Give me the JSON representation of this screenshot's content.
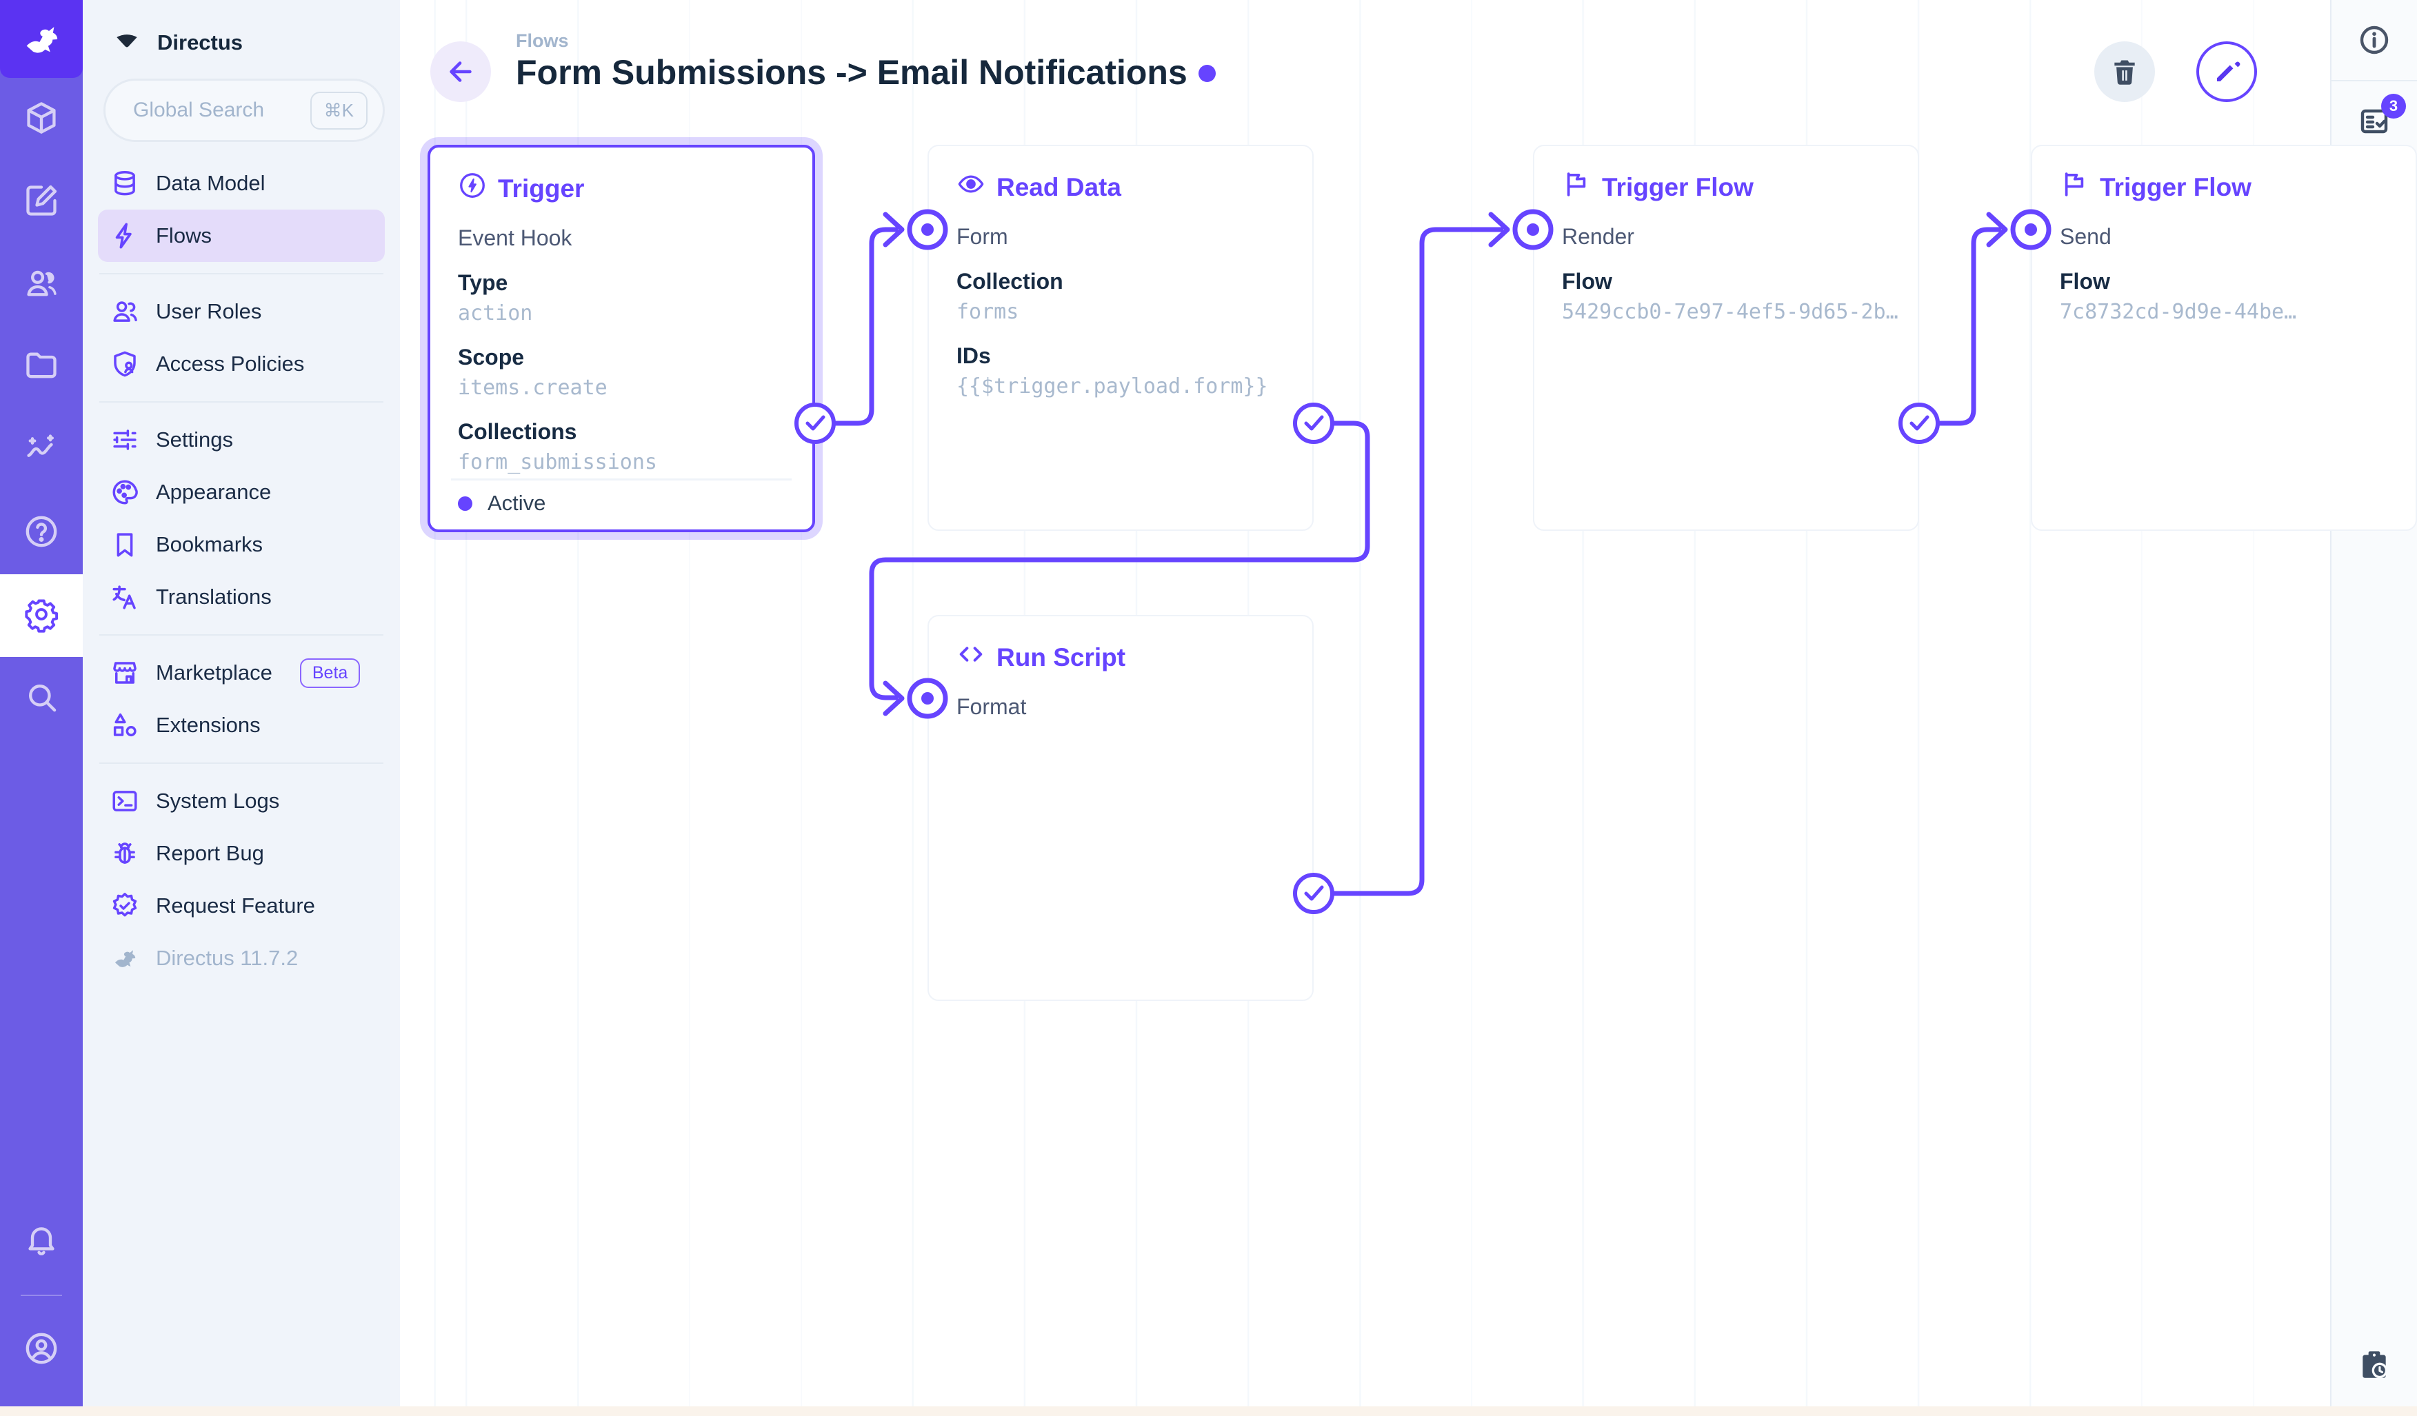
{
  "app": {
    "project_name": "Directus"
  },
  "module_bar": {
    "items": [
      {
        "icon": "cube-icon",
        "name": "content"
      },
      {
        "icon": "edit-square-icon",
        "name": "editor"
      },
      {
        "icon": "users-icon",
        "name": "users"
      },
      {
        "icon": "folder-icon",
        "name": "files"
      },
      {
        "icon": "insights-icon",
        "name": "insights"
      },
      {
        "icon": "help-icon",
        "name": "help"
      },
      {
        "icon": "gear-icon",
        "name": "settings",
        "active": true
      },
      {
        "icon": "search-icon",
        "name": "search"
      }
    ],
    "bottom": [
      {
        "icon": "bell-icon",
        "name": "notifications"
      },
      {
        "icon": "avatar-icon",
        "name": "account"
      }
    ]
  },
  "sidebar": {
    "search": {
      "placeholder": "Global Search",
      "kbd": "⌘K"
    },
    "sections": [
      {
        "items": [
          {
            "label": "Data Model",
            "icon": "database-icon"
          },
          {
            "label": "Flows",
            "icon": "bolt-icon",
            "active": true
          }
        ]
      },
      {
        "items": [
          {
            "label": "User Roles",
            "icon": "people-icon"
          },
          {
            "label": "Access Policies",
            "icon": "shield-icon"
          }
        ]
      },
      {
        "items": [
          {
            "label": "Settings",
            "icon": "sliders-icon"
          },
          {
            "label": "Appearance",
            "icon": "palette-icon"
          },
          {
            "label": "Bookmarks",
            "icon": "bookmark-icon"
          },
          {
            "label": "Translations",
            "icon": "translate-icon"
          }
        ]
      },
      {
        "items": [
          {
            "label": "Marketplace",
            "icon": "store-icon",
            "badge": "Beta"
          },
          {
            "label": "Extensions",
            "icon": "shapes-icon"
          }
        ]
      },
      {
        "items": [
          {
            "label": "System Logs",
            "icon": "terminal-icon"
          },
          {
            "label": "Report Bug",
            "icon": "bug-icon"
          },
          {
            "label": "Request Feature",
            "icon": "seal-check-icon"
          },
          {
            "label": "Directus 11.7.2",
            "icon": "rabbit-icon",
            "muted": true
          }
        ]
      }
    ]
  },
  "header": {
    "breadcrumb": "Flows",
    "title": "Form Submissions -> Email Notifications"
  },
  "right_rail": {
    "logs_badge": "3"
  },
  "flow": {
    "panels": [
      {
        "id": "trigger",
        "title": "Trigger",
        "icon": "bolt-circle-icon",
        "option": "Event Hook",
        "fields": [
          {
            "label": "Type",
            "value": "action"
          },
          {
            "label": "Scope",
            "value": "items.create"
          },
          {
            "label": "Collections",
            "value": "form_submissions"
          }
        ],
        "status": "Active",
        "selected": true
      },
      {
        "id": "read-data",
        "title": "Read Data",
        "icon": "eye-icon",
        "option": "Form",
        "fields": [
          {
            "label": "Collection",
            "value": "forms"
          },
          {
            "label": "IDs",
            "value": "{{$trigger.payload.form}}"
          }
        ]
      },
      {
        "id": "trigger-flow-render",
        "title": "Trigger Flow",
        "icon": "flag-icon",
        "option": "Render",
        "fields": [
          {
            "label": "Flow",
            "value": "5429ccb0-7e97-4ef5-9d65-2b…"
          }
        ]
      },
      {
        "id": "trigger-flow-send",
        "title": "Trigger Flow",
        "icon": "flag-icon",
        "option": "Send",
        "fields": [
          {
            "label": "Flow",
            "value": "7c8732cd-9d9e-44be…"
          }
        ]
      },
      {
        "id": "run-script",
        "title": "Run Script",
        "icon": "code-icon",
        "option": "Format",
        "fields": []
      }
    ]
  }
}
